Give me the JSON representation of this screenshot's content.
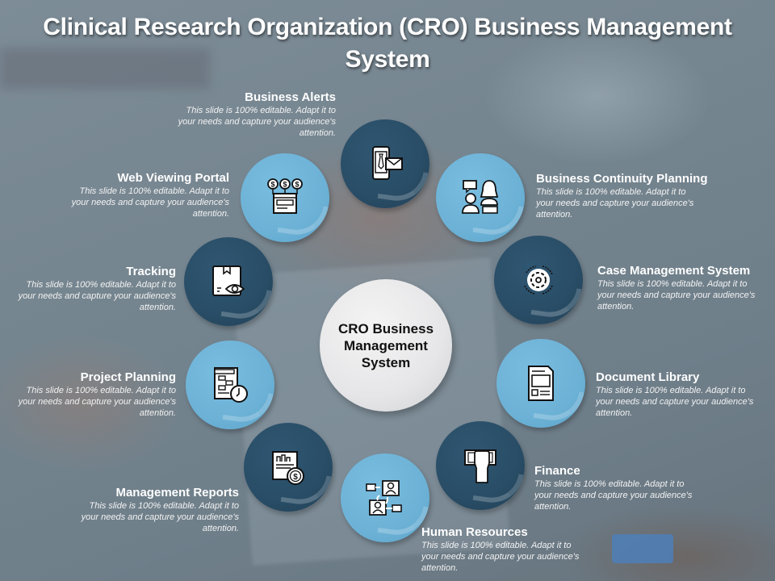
{
  "slide": {
    "title": "Clinical Research Organization (CRO) Business Management System",
    "center_label": "CRO Business Management System",
    "colors": {
      "light_circle": "#6db2d6",
      "dark_circle": "#294d66",
      "center_circle": "#e6e6e8",
      "text": "#ffffff"
    }
  },
  "items": [
    {
      "title": "Business Alerts",
      "desc": "This slide is 100% editable. Adapt it to your needs and capture your audience's attention.",
      "icon": "phone-mail-icon",
      "tone": "dark"
    },
    {
      "title": "Business Continuity Planning",
      "desc": "This slide is 100% editable. Adapt it to your needs and capture your audience's attention.",
      "icon": "people-chat-icon",
      "tone": "light"
    },
    {
      "title": "Case Management System",
      "desc": "This slide is 100% editable. Adapt it to your needs and capture your audience's attention.",
      "icon": "gear-cycle-icon",
      "tone": "dark"
    },
    {
      "title": "Document Library",
      "desc": "This slide is 100% editable. Adapt it to your needs and capture your audience's attention.",
      "icon": "document-icon",
      "tone": "light"
    },
    {
      "title": "Finance",
      "desc": "This slide is 100% editable. Adapt it to your needs and capture your audience's attention.",
      "icon": "hand-money-icon",
      "tone": "dark"
    },
    {
      "title": "Human Resources",
      "desc": "This slide is 100% editable. Adapt it to your needs and capture your audience's attention.",
      "icon": "org-people-icon",
      "tone": "light"
    },
    {
      "title": "Management Reports",
      "desc": "This slide is 100% editable. Adapt it to your needs and capture your audience's attention.",
      "icon": "report-coin-icon",
      "tone": "dark"
    },
    {
      "title": "Project Planning",
      "desc": "This slide is 100% editable. Adapt it to your needs and capture your audience's attention.",
      "icon": "plan-clock-icon",
      "tone": "light"
    },
    {
      "title": "Tracking",
      "desc": "This slide is 100% editable. Adapt it to your needs and capture your audience's attention.",
      "icon": "box-eye-icon",
      "tone": "dark"
    },
    {
      "title": "Web Viewing Portal",
      "desc": "This slide is 100% editable. Adapt it to your needs and capture your audience's attention.",
      "icon": "web-dollar-icon",
      "tone": "light"
    }
  ]
}
